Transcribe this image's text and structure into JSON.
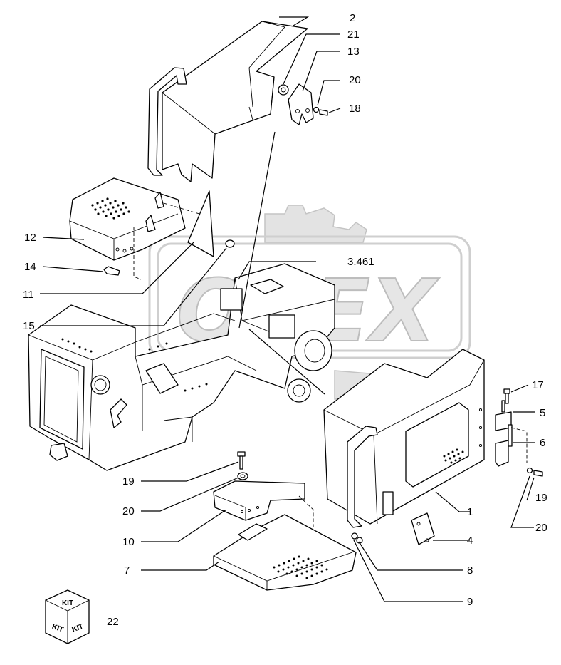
{
  "watermark": {
    "text": "OPEX"
  },
  "kit_badge": {
    "top": "KIT",
    "left": "KIT",
    "right": "KIT"
  },
  "callouts": {
    "c1": "1",
    "c2": "2",
    "c3461": "3.461",
    "c4": "4",
    "c5": "5",
    "c6": "6",
    "c7": "7",
    "c8": "8",
    "c9": "9",
    "c10": "10",
    "c11": "11",
    "c12": "12",
    "c13": "13",
    "c14": "14",
    "c15": "15",
    "c17": "17",
    "c18": "18",
    "c19a": "19",
    "c19b": "19",
    "c20a": "20",
    "c20b": "20",
    "c20c": "20",
    "c21": "21",
    "c22": "22"
  }
}
